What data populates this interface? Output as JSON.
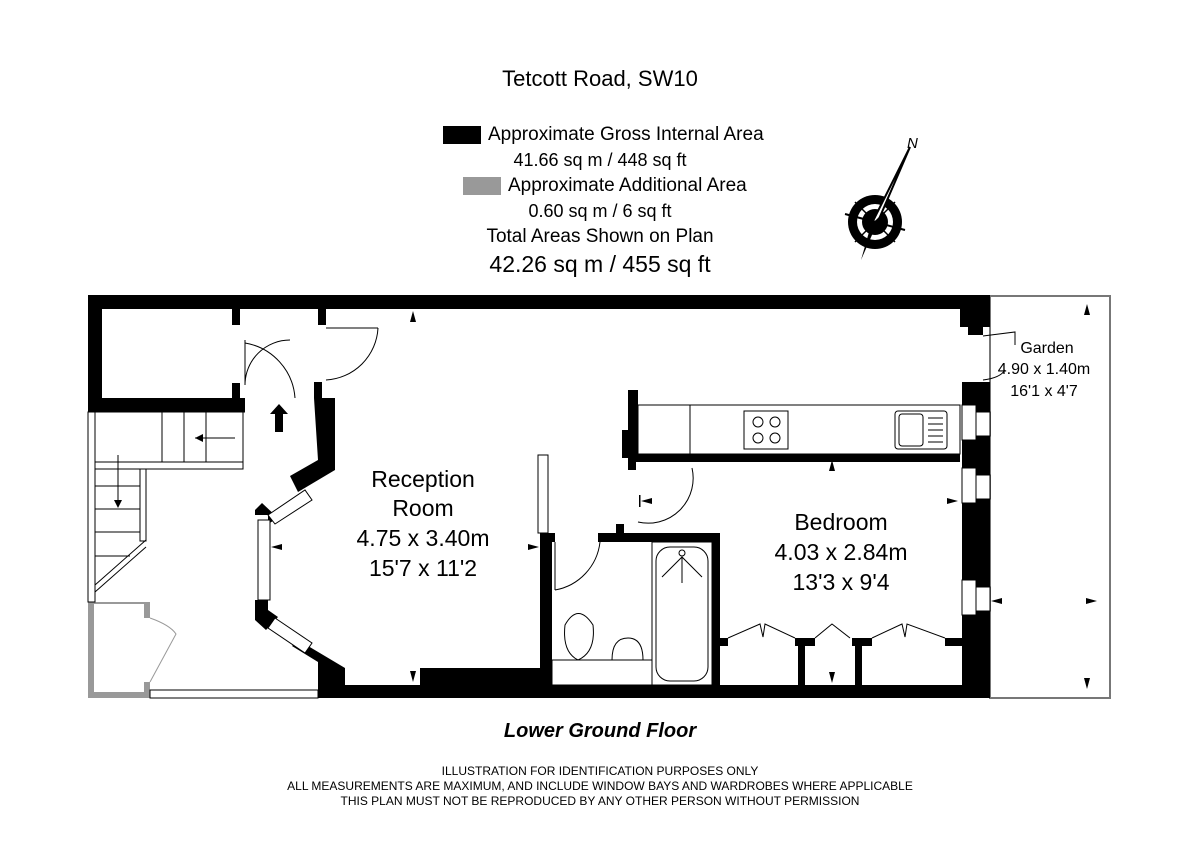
{
  "title": "Tetcott Road, SW10",
  "legend": {
    "gross_label": "Approximate Gross Internal Area",
    "gross_value": "41.66 sq m  /  448 sq ft",
    "gross_color": "#000000",
    "additional_label": "Approximate Additional Area",
    "additional_value": "0.60 sq m  /  6 sq ft",
    "additional_color": "#999999",
    "total_label": "Total Areas Shown on Plan",
    "total_value": "42.26 sq m  /  455 sq ft"
  },
  "compass": {
    "north_label": "N"
  },
  "rooms": {
    "reception": {
      "name1": "Reception",
      "name2": "Room",
      "metric": "4.75 x 3.40m",
      "imperial": "15'7 x 11'2"
    },
    "bedroom": {
      "name": "Bedroom",
      "metric": "4.03 x 2.84m",
      "imperial": "13'3 x 9'4"
    },
    "garden": {
      "name": "Garden",
      "metric": "4.90 x 1.40m",
      "imperial": "16'1 x 4'7"
    }
  },
  "floor_label": "Lower Ground Floor",
  "disclaimer": [
    "ILLUSTRATION FOR IDENTIFICATION PURPOSES ONLY",
    "ALL MEASUREMENTS ARE MAXIMUM, AND INCLUDE WINDOW BAYS AND WARDROBES WHERE APPLICABLE",
    "THIS PLAN MUST NOT BE REPRODUCED BY ANY OTHER PERSON WITHOUT PERMISSION"
  ]
}
